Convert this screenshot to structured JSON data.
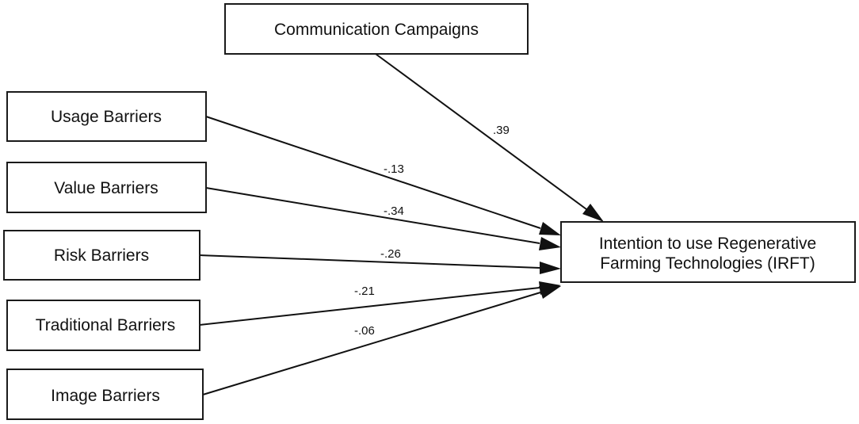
{
  "nodes": {
    "communication": {
      "label": "Communication Campaigns"
    },
    "usage": {
      "label": "Usage Barriers"
    },
    "value": {
      "label": "Value Barriers"
    },
    "risk": {
      "label": "Risk Barriers"
    },
    "traditional": {
      "label": "Traditional Barriers"
    },
    "image": {
      "label": "Image Barriers"
    },
    "irft": {
      "label_line1": "Intention to use Regenerative",
      "label_line2": "Farming Technologies (IRFT)"
    }
  },
  "edges": [
    {
      "from": "communication",
      "to": "irft",
      "coefficient": ".39"
    },
    {
      "from": "usage",
      "to": "irft",
      "coefficient": "-.13"
    },
    {
      "from": "value",
      "to": "irft",
      "coefficient": "-.34"
    },
    {
      "from": "risk",
      "to": "irft",
      "coefficient": "-.26"
    },
    {
      "from": "traditional",
      "to": "irft",
      "coefficient": "-.21"
    },
    {
      "from": "image",
      "to": "irft",
      "coefficient": "-.06"
    }
  ],
  "colors": {
    "line": "#111111",
    "box_border": "#1a1a1a",
    "background": "#ffffff"
  }
}
